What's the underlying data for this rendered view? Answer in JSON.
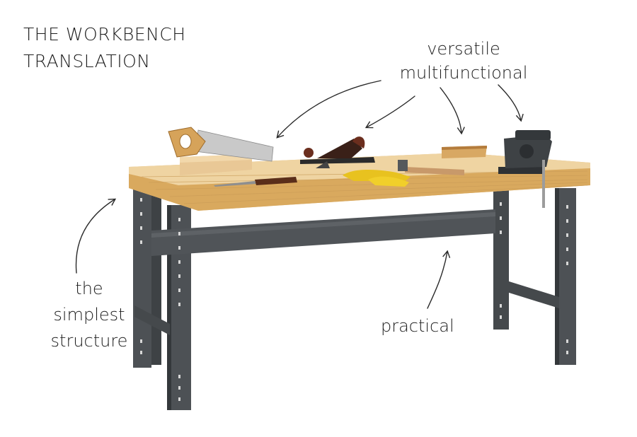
{
  "title": {
    "line1": "THE WORKBENCH",
    "line2": "TRANSLATION"
  },
  "labels": {
    "versatile_line1": "versatile",
    "versatile_line2": "multifunctional",
    "simplest_line1": "the",
    "simplest_line2": "simplest",
    "simplest_line3": "structure",
    "practical": "practical"
  },
  "colors": {
    "wood_top": "#e8c58e",
    "wood_front": "#d9a95e",
    "frame": "#4d5155",
    "frame_dark": "#34383b",
    "glove": "#e8c21f",
    "arrow": "#2a2a2a"
  },
  "icons": [
    "hand-saw-icon",
    "miter-box-icon",
    "hand-plane-icon",
    "bench-vise-icon",
    "chisel-icon",
    "hammer-icon",
    "work-gloves-icon",
    "wood-block-icon"
  ]
}
